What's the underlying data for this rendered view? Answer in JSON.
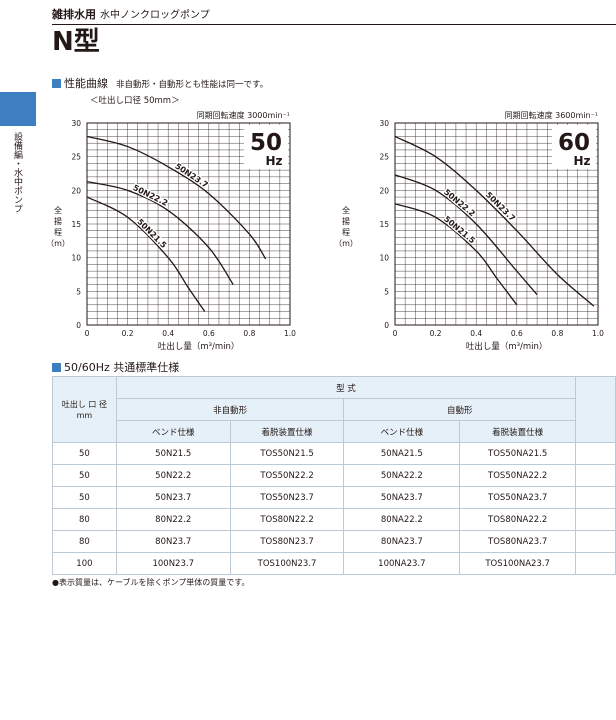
{
  "header": {
    "category": "雑排水用",
    "subcategory": "水中ノンクロッグポンプ",
    "title": "N型"
  },
  "side_tab": {
    "label": "設備編・水中ポンプ"
  },
  "performance": {
    "heading": "性能曲線",
    "note": "非自動形・自動形とも性能は同一です。",
    "bore_note": "＜吐出し口径 50mm＞"
  },
  "chart_data": [
    {
      "type": "line",
      "speed_label": "同期回転速度 3000min⁻¹",
      "freq_value": "50",
      "freq_unit": "Hz",
      "ylabel": [
        "全",
        "揚",
        "程",
        "（m）"
      ],
      "xlabel": "吐出し量（m³/min）",
      "xlim": [
        0,
        1.0
      ],
      "ylim": [
        0,
        30
      ],
      "x_ticks": [
        "0",
        "0.2",
        "0.4",
        "0.6",
        "0.8",
        "1.0"
      ],
      "y_ticks": [
        "0",
        "5",
        "10",
        "15",
        "20",
        "25",
        "30"
      ],
      "grid": true,
      "series": [
        {
          "name": "50N23.7",
          "points": [
            [
              0,
              28
            ],
            [
              0.2,
              26.5
            ],
            [
              0.4,
              23.5
            ],
            [
              0.6,
              19.5
            ],
            [
              0.8,
              13.5
            ],
            [
              0.88,
              9.8
            ]
          ]
        },
        {
          "name": "50N22.2",
          "points": [
            [
              0,
              21.3
            ],
            [
              0.2,
              20
            ],
            [
              0.4,
              17
            ],
            [
              0.6,
              11.5
            ],
            [
              0.72,
              6
            ]
          ]
        },
        {
          "name": "50N21.5",
          "points": [
            [
              0,
              19
            ],
            [
              0.2,
              16
            ],
            [
              0.4,
              10
            ],
            [
              0.5,
              5.5
            ],
            [
              0.58,
              2
            ]
          ]
        }
      ]
    },
    {
      "type": "line",
      "speed_label": "同期回転速度 3600min⁻¹",
      "freq_value": "60",
      "freq_unit": "Hz",
      "ylabel": [
        "全",
        "揚",
        "程",
        "（m）"
      ],
      "xlabel": "吐出し量（m³/min）",
      "xlim": [
        0,
        1.0
      ],
      "ylim": [
        0,
        30
      ],
      "x_ticks": [
        "0",
        "0.2",
        "0.4",
        "0.6",
        "0.8",
        "1.0"
      ],
      "y_ticks": [
        "0",
        "5",
        "10",
        "15",
        "20",
        "25",
        "30"
      ],
      "grid": true,
      "series": [
        {
          "name": "50N23.7",
          "points": [
            [
              0,
              28
            ],
            [
              0.2,
              25
            ],
            [
              0.4,
              20
            ],
            [
              0.6,
              14
            ],
            [
              0.8,
              7.5
            ],
            [
              0.98,
              2.8
            ]
          ]
        },
        {
          "name": "50N22.2",
          "points": [
            [
              0,
              22.3
            ],
            [
              0.2,
              20
            ],
            [
              0.4,
              15
            ],
            [
              0.6,
              8
            ],
            [
              0.7,
              4.5
            ]
          ]
        },
        {
          "name": "50N21.5",
          "points": [
            [
              0,
              18
            ],
            [
              0.2,
              16
            ],
            [
              0.4,
              11
            ],
            [
              0.5,
              7
            ],
            [
              0.6,
              3
            ]
          ]
        }
      ]
    }
  ],
  "spec": {
    "heading": "50/60Hz 共通標準仕様",
    "header": {
      "bore": "吐出し 口 径 mm",
      "model": "型 式",
      "non_auto": "非自動形",
      "auto": "自動形",
      "bend": "ベンド仕様",
      "detach": "着脱装置仕様",
      "bend2": "ベンド仕様",
      "detach2": "着脱装置仕様"
    },
    "rows": [
      {
        "bore": "50",
        "bend": "50N21.5",
        "detach": "TOS50N21.5",
        "auto_bend": "50NA21.5",
        "auto_detach": "TOS50NA21.5"
      },
      {
        "bore": "50",
        "bend": "50N22.2",
        "detach": "TOS50N22.2",
        "auto_bend": "50NA22.2",
        "auto_detach": "TOS50NA22.2"
      },
      {
        "bore": "50",
        "bend": "50N23.7",
        "detach": "TOS50N23.7",
        "auto_bend": "50NA23.7",
        "auto_detach": "TOS50NA23.7"
      },
      {
        "bore": "80",
        "bend": "80N22.2",
        "detach": "TOS80N22.2",
        "auto_bend": "80NA22.2",
        "auto_detach": "TOS80NA22.2"
      },
      {
        "bore": "80",
        "bend": "80N23.7",
        "detach": "TOS80N23.7",
        "auto_bend": "80NA23.7",
        "auto_detach": "TOS80NA23.7"
      },
      {
        "bore": "100",
        "bend": "100N23.7",
        "detach": "TOS100N23.7",
        "auto_bend": "100NA23.7",
        "auto_detach": "TOS100NA23.7"
      }
    ],
    "footnote": "●表示質量は、ケーブルを除くポンプ単体の質量です。"
  },
  "colors": {
    "accent": "#3d7fc0",
    "table_header_bg": "#e6f0f8",
    "table_border": "#bcc9d6",
    "text": "#231815"
  }
}
